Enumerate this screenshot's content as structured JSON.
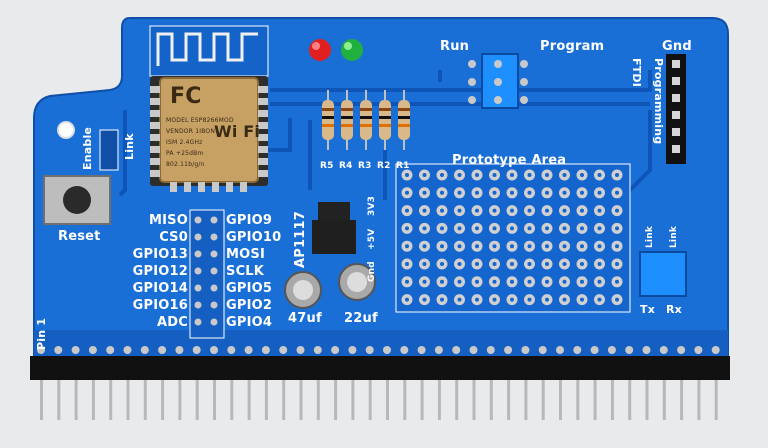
{
  "board": {
    "labels": {
      "run": "Run",
      "program": "Program",
      "gnd_top": "Gnd",
      "programming": "Programming",
      "ftdi": "FTDI",
      "enable": "Enable",
      "link_left": "Link",
      "reset": "Reset",
      "prototype_area": "Prototype Area",
      "pin1": "Pin 1",
      "ap1117": "AP1117",
      "v33": "3V3",
      "v5": "+5V",
      "gnd_mid": "Gnd",
      "cap47": "47uf",
      "cap22": "22uf",
      "link_a": "Link",
      "link_b": "Link",
      "tx": "Tx",
      "rx": "Rx"
    },
    "resistors": [
      "R5",
      "R4",
      "R3",
      "R2",
      "R1"
    ],
    "gpio_left": [
      "MISO",
      "CS0",
      "GPIO13",
      "GPIO12",
      "GPIO14",
      "GPIO16",
      "ADC"
    ],
    "gpio_right": [
      "GPIO9",
      "GPIO10",
      "MOSI",
      "SCLK",
      "GPIO5",
      "GPIO2",
      "GPIO4"
    ],
    "module": {
      "fc_mark": "FC",
      "wifi_mark": "Wi Fi",
      "text_lines": [
        "MODEL ESP8266MOD",
        "VENDOR  1IBON",
        "ISM 2.4GHz",
        "PA +25dBm",
        "802.11b/g/n"
      ]
    }
  },
  "colors": {
    "pcb": "#1a6fd6",
    "copper_trace": "#125cc0",
    "silkscreen": "#ffffff",
    "pad": "#c9c9c9",
    "background": "#e9eaec",
    "led_red": "#e02020",
    "led_green": "#20b040"
  }
}
